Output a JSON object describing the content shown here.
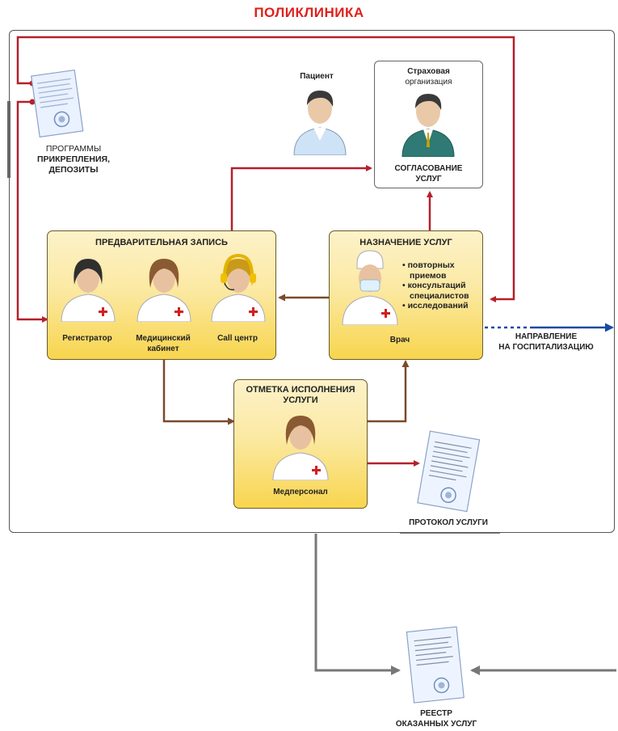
{
  "title": "ПОЛИКЛИНИКА",
  "programs": {
    "line1": "ПРОГРАММЫ",
    "line2": "ПРИКРЕПЛЕНИЯ,",
    "line3": "ДЕПОЗИТЫ"
  },
  "patient": {
    "label": "Пациент"
  },
  "insurance": {
    "line1": "Страховая",
    "line2": "организация",
    "bottom1": "СОГЛАСОВАНИЕ",
    "bottom2": "УСЛУГ"
  },
  "preregistration": {
    "title": "ПРЕДВАРИТЕЛЬНАЯ ЗАПИСЬ",
    "registrar": "Регистратор",
    "medcab1": "Медицинский",
    "medcab2": "кабинет",
    "callcenter": "Call центр"
  },
  "assignment": {
    "title": "НАЗНАЧЕНИЕ УСЛУГ",
    "bullets": [
      "• повторных",
      "приемов",
      "• консультаций",
      "специалистов",
      "• исследований"
    ],
    "doctor": "Врач"
  },
  "hospitalization": {
    "line1": "НАПРАВЛЕНИЕ",
    "line2": "НА ГОСПИТАЛИЗАЦИЮ"
  },
  "execution": {
    "title1": "ОТМЕТКА ИСПОЛНЕНИЯ",
    "title2": "УСЛУГИ",
    "staff": "Медперсонал"
  },
  "protocol": {
    "label": "ПРОТОКОЛ УСЛУГИ"
  },
  "registry": {
    "line1": "РЕЕСТР",
    "line2": "ОКАЗАННЫХ УСЛУГ"
  },
  "colors": {
    "red": "#b5202a",
    "brown": "#7a4a2a",
    "gray": "#777777",
    "blue": "#1a4aa0",
    "accent": "#e0201b"
  }
}
